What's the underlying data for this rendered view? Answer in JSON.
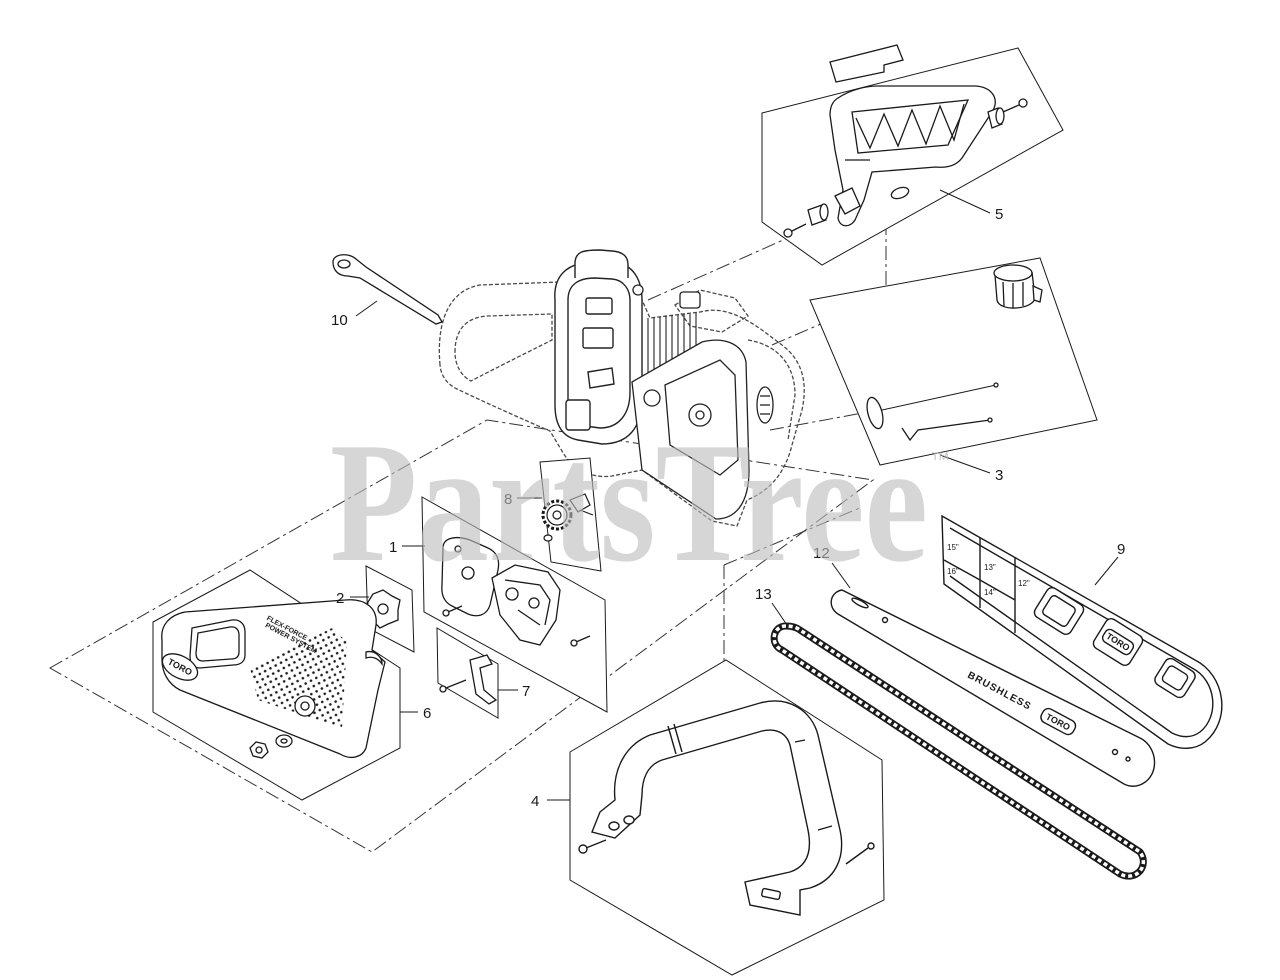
{
  "diagram": {
    "callouts": {
      "p1": "1",
      "p2": "2",
      "p3": "3",
      "p4": "4",
      "p5": "5",
      "p6": "6",
      "p7": "7",
      "p8": "8",
      "p9": "9",
      "p10": "10",
      "p12": "12",
      "p13": "13"
    },
    "part_text": {
      "toro": "TORO",
      "flex_force": "FLEX-FORCE",
      "power_system": "POWER SYSTEM",
      "brushless": "BRUSHLESS",
      "bar_scale": [
        "15\"",
        "16\"",
        "13\"",
        "14\"",
        "12\""
      ]
    }
  },
  "watermark": {
    "text": "PartsTree",
    "trademark": "™"
  },
  "colors": {
    "ink": "#1a1a1a",
    "phantom": "#4a4a4a",
    "watermark": "#bdbdbd",
    "paper": "#ffffff"
  }
}
